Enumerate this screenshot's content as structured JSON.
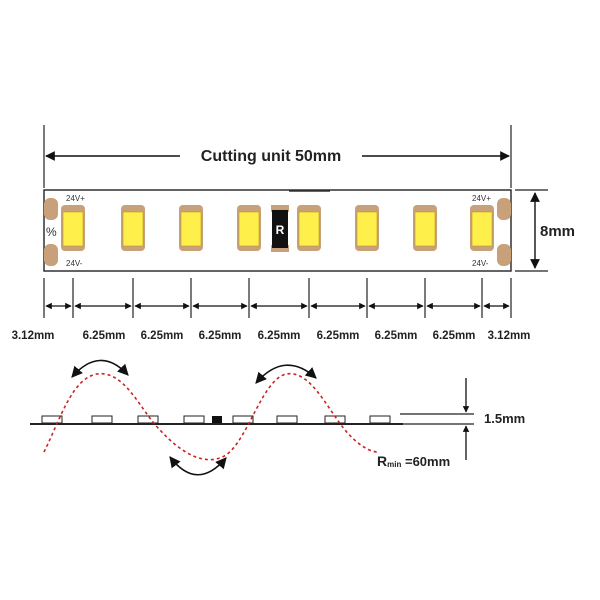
{
  "diagram": {
    "title": "Cutting unit 50mm",
    "width_label": "8mm",
    "voltage_positive": "24V+",
    "voltage_negative": "24V-",
    "resistor_label": "R",
    "segment_labels": [
      "3.12mm",
      "6.25mm",
      "6.25mm",
      "6.25mm",
      "6.25mm",
      "6.25mm",
      "6.25mm",
      "6.25mm",
      "3.12mm"
    ],
    "thickness_label": "1.5mm",
    "bend_radius_label": {
      "main": "R",
      "sub": "min",
      "value": " =60mm"
    },
    "colors": {
      "strip_outline": "#222222",
      "copper_pad": "#c8a07a",
      "led_yellow": "#ffef4a",
      "resistor": "#111111",
      "wave_red": "#cc2222",
      "arrow": "#111111"
    },
    "led_count": 8
  }
}
